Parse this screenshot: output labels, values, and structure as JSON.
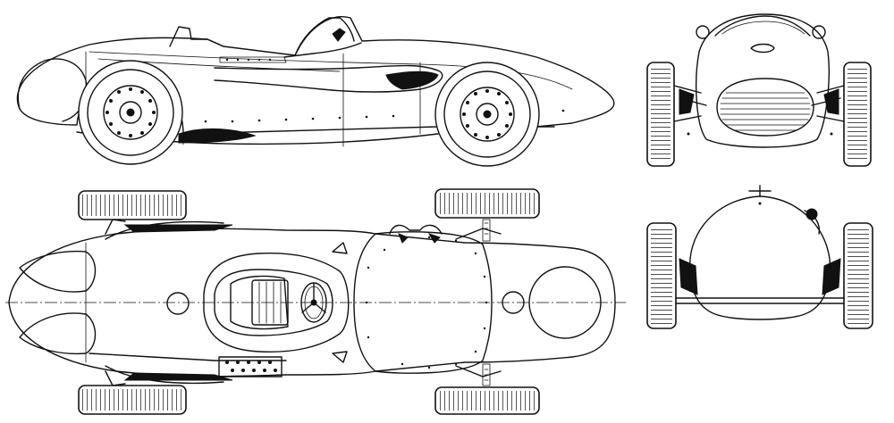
{
  "drawing": {
    "views": [
      "side",
      "top",
      "front",
      "rear"
    ],
    "stroke_color": "#111111",
    "paper_color": "#ffffff"
  }
}
